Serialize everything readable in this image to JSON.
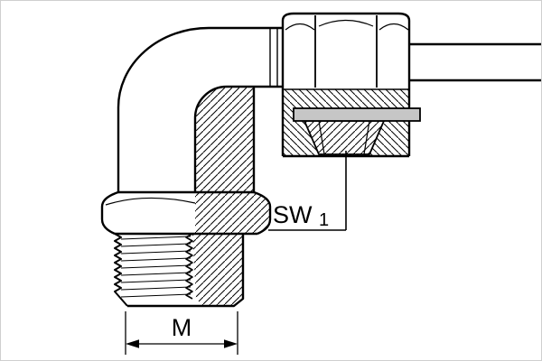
{
  "page": {
    "background": "#ffffff",
    "frame_color": "#cfcfcf"
  },
  "drawing": {
    "labels": {
      "wrench_size_prefix": "SW",
      "wrench_size_subscript": "1",
      "thread_size": "M"
    },
    "colors": {
      "line": "#000000",
      "highlight": "#c6c6c6"
    }
  }
}
